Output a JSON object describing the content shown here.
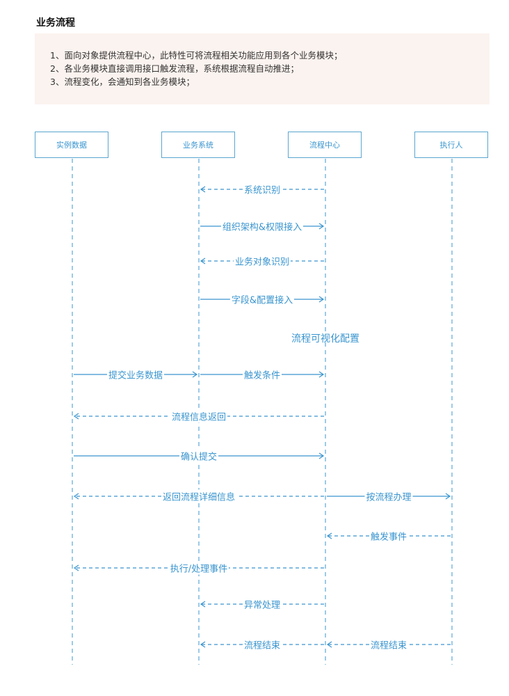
{
  "title": "业务流程",
  "notes": [
    "1、面向对象提供流程中心，此特性可将流程相关功能应用到各个业务模块；",
    "2、各业务模块直接调用接口触发流程，系统根据流程自动推进；",
    "3、流程变化，会通知到各业务模块；"
  ],
  "color": "#3a95cf",
  "actors": [
    "实例数据",
    "业务系统",
    "流程中心",
    "执行人"
  ],
  "messages": [
    {
      "label": "系统识别",
      "from": 2,
      "to": 1,
      "dashed": true
    },
    {
      "label": "组织架构&权限接入",
      "from": 1,
      "to": 2,
      "dashed": false
    },
    {
      "label": "业务对象识别",
      "from": 2,
      "to": 1,
      "dashed": true
    },
    {
      "label": "字段&配置接入",
      "from": 1,
      "to": 2,
      "dashed": false
    },
    {
      "label": "流程可视化配置",
      "from": 2,
      "to": 2,
      "dashed": false,
      "note": true
    },
    {
      "label": "提交业务数据",
      "from": 0,
      "to": 1,
      "dashed": false
    },
    {
      "label": "触发条件",
      "from": 1,
      "to": 2,
      "dashed": false
    },
    {
      "label": "流程信息返回",
      "from": 2,
      "to": 0,
      "dashed": true
    },
    {
      "label": "确认提交",
      "from": 0,
      "to": 2,
      "dashed": false
    },
    {
      "label": "返回流程详细信息",
      "from": 2,
      "to": 0,
      "dashed": true
    },
    {
      "label": "按流程办理",
      "from": 2,
      "to": 3,
      "dashed": false
    },
    {
      "label": "触发事件",
      "from": 3,
      "to": 2,
      "dashed": true
    },
    {
      "label": "执行/处理事件",
      "from": 2,
      "to": 0,
      "dashed": true
    },
    {
      "label": "异常处理",
      "from": 2,
      "to": 1,
      "dashed": true
    },
    {
      "label": "流程结束",
      "from": 2,
      "to": 1,
      "dashed": true
    },
    {
      "label": "流程结束",
      "from": 3,
      "to": 2,
      "dashed": true
    }
  ]
}
